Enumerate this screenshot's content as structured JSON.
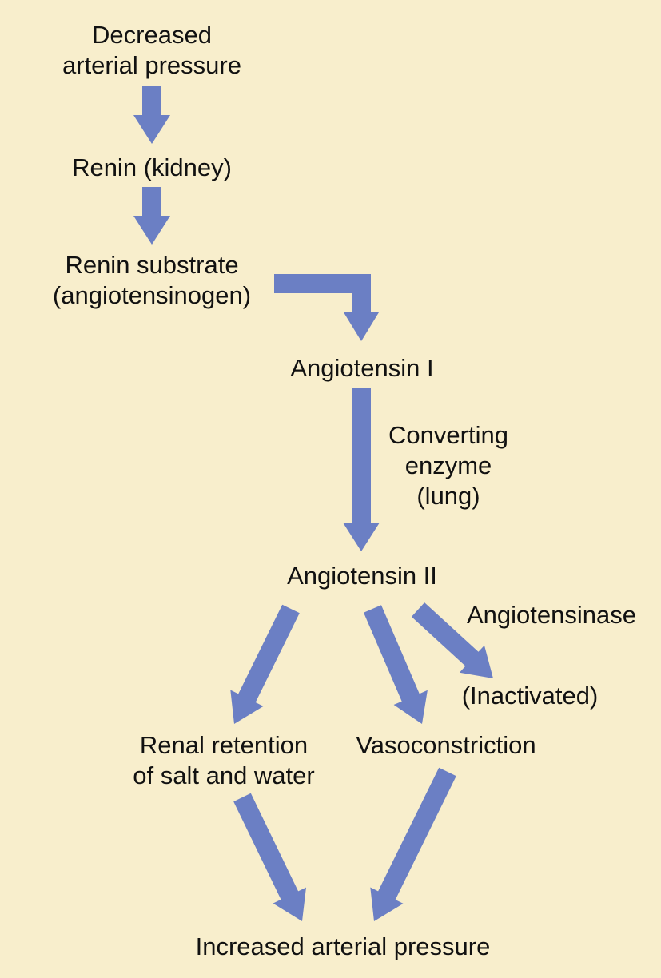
{
  "colors": {
    "background": "#F8EECC",
    "arrow": "#6B7FC4",
    "text": "#111111"
  },
  "nodes": {
    "decreased_pressure": {
      "line1": "Decreased",
      "line2": "arterial pressure"
    },
    "renin": {
      "line1": "Renin (kidney)"
    },
    "renin_substrate": {
      "line1": "Renin substrate",
      "line2": "(angiotensinogen)"
    },
    "angiotensin_1": {
      "line1": "Angiotensin I"
    },
    "converting_enzyme": {
      "line1": "Converting",
      "line2": "enzyme",
      "line3": "(lung)"
    },
    "angiotensin_2": {
      "line1": "Angiotensin II"
    },
    "angiotensinase": {
      "line1": "Angiotensinase"
    },
    "inactivated": {
      "line1": "(Inactivated)"
    },
    "renal_retention": {
      "line1": "Renal retention",
      "line2": "of salt and water"
    },
    "vasoconstriction": {
      "line1": "Vasoconstriction"
    },
    "increased_pressure": {
      "line1": "Increased arterial pressure"
    }
  },
  "edges": [
    {
      "from": "decreased_pressure",
      "to": "renin"
    },
    {
      "from": "renin",
      "to": "renin_substrate"
    },
    {
      "from": "renin_substrate",
      "to": "angiotensin_1"
    },
    {
      "from": "angiotensin_1",
      "to": "angiotensin_2",
      "label": "converting_enzyme"
    },
    {
      "from": "angiotensin_2",
      "to": "renal_retention"
    },
    {
      "from": "angiotensin_2",
      "to": "vasoconstriction"
    },
    {
      "from": "angiotensin_2",
      "to": "inactivated",
      "label": "angiotensinase"
    },
    {
      "from": "renal_retention",
      "to": "increased_pressure"
    },
    {
      "from": "vasoconstriction",
      "to": "increased_pressure"
    }
  ]
}
